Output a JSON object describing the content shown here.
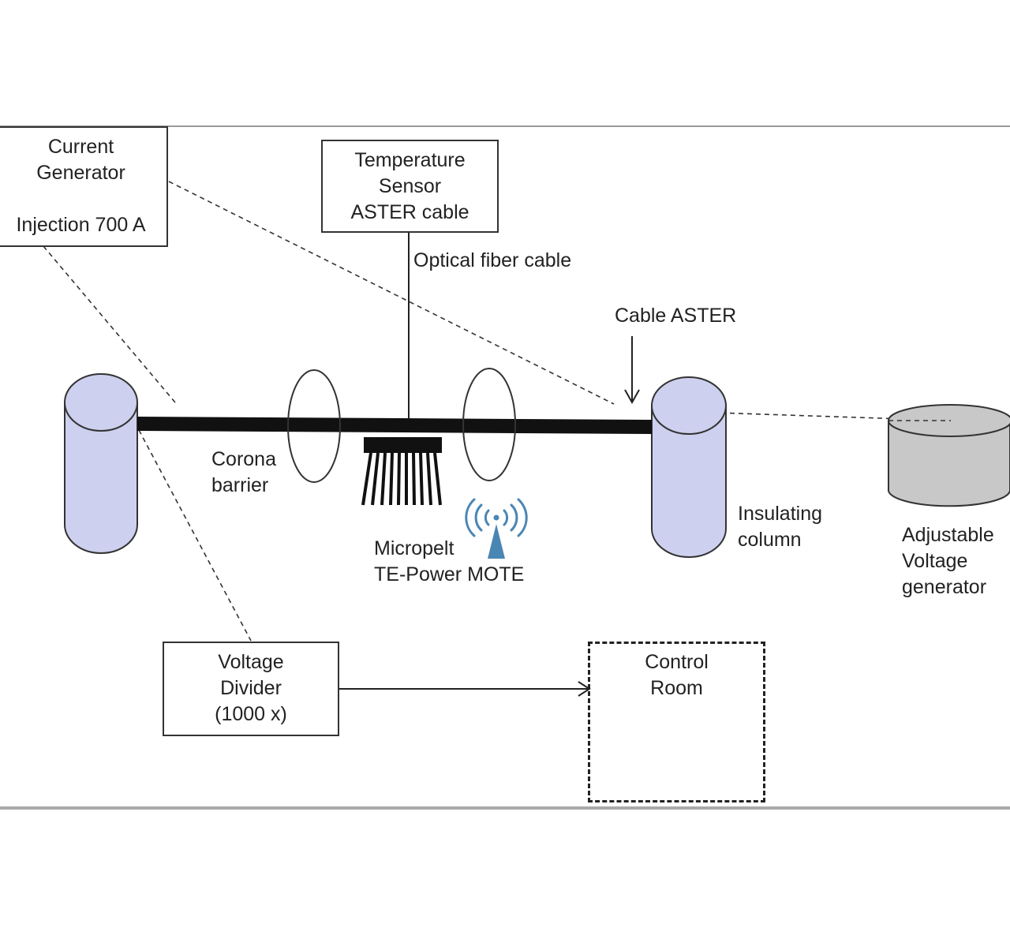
{
  "labels": {
    "current_generator": [
      "Current",
      "Generator",
      "",
      "Injection 700 A"
    ],
    "temperature_sensor": [
      "Temperature",
      "Sensor",
      "ASTER cable"
    ],
    "optical_fiber": "Optical fiber cable",
    "cable_aster": "Cable ASTER",
    "corona_barrier": [
      "Corona",
      "barrier"
    ],
    "mote": [
      "Micropelt",
      "TE-Power MOTE"
    ],
    "insulating_column": [
      "Insulating",
      "column"
    ],
    "adjustable_generator": [
      "Adjustable",
      "Voltage",
      "generator"
    ],
    "voltage_divider": [
      "Voltage",
      "Divider",
      "(1000 x)"
    ],
    "control_room": [
      "Control",
      "Room"
    ]
  },
  "colors": {
    "column_fill": "#cdd0ee",
    "generator_fill": "#c8c8c8",
    "antenna": "#4a86b4",
    "line": "#222222"
  },
  "icons": {
    "wireless": "wireless-antenna-icon"
  }
}
